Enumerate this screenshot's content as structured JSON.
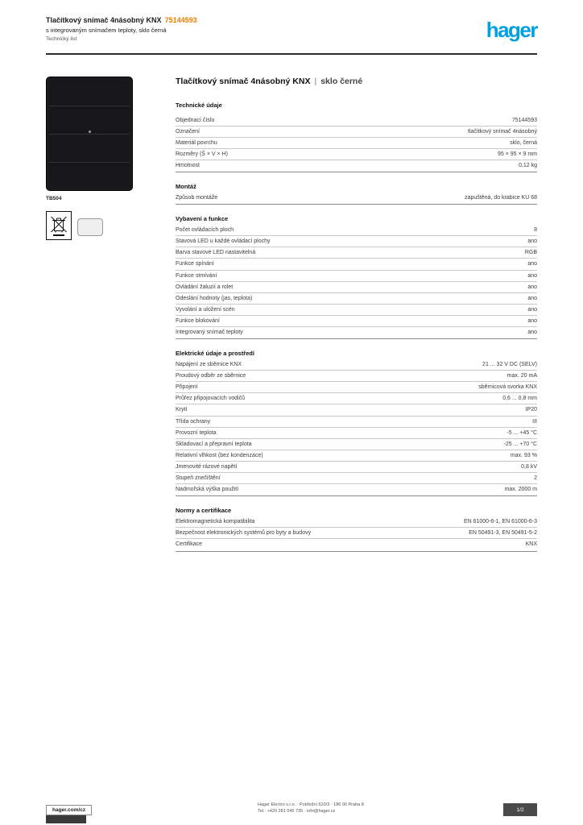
{
  "document": {
    "header": {
      "product_name": "Tlačítkový snímač 4násobný KNX",
      "product_ref": "75144593",
      "product_variant": "s integrovaným snímačem teploty, sklo černá",
      "doc_type": "Technický list",
      "logo_text": "hager"
    },
    "colors": {
      "brand_blue": "#00A0E1",
      "ref_orange": "#F07D00"
    },
    "media": {
      "image_caption": "TB504",
      "weee_icon": "weee-crossed-out-bin-icon",
      "packaging_icon": "packaging-icon"
    },
    "content": {
      "title_main": "Tlačítkový snímač 4násobný KNX",
      "title_separator": "|",
      "title_sub": "sklo černé",
      "section_heading": "Technické údaje",
      "sections": [
        {
          "header": "",
          "rows": [
            {
              "label": "Objednací číslo",
              "value": "75144593"
            },
            {
              "label": "Označení",
              "value": "tlačítkový snímač 4násobný"
            },
            {
              "label": "Materiál povrchu",
              "value": "sklo, černá"
            },
            {
              "label": "Rozměry (Š × V × H)",
              "value": "95 × 95 × 9 mm"
            },
            {
              "label": "Hmotnost",
              "value": "0,12 kg"
            }
          ]
        },
        {
          "header": "Montáž",
          "rows": [
            {
              "label": "Způsob montáže",
              "value": "zapuštěná, do krabice KU 68"
            }
          ]
        },
        {
          "header": "Vybavení a funkce",
          "rows": [
            {
              "label": "Počet ovládacích ploch",
              "value": "8"
            },
            {
              "label": "Stavová LED u každé ovládací plochy",
              "value": "ano"
            },
            {
              "label": "Barva stavové LED nastavitelná",
              "value": "RGB"
            },
            {
              "label": "Funkce spínání",
              "value": "ano"
            },
            {
              "label": "Funkce stmívání",
              "value": "ano"
            },
            {
              "label": "Ovládání žaluzií a rolet",
              "value": "ano"
            },
            {
              "label": "Odeslání hodnoty (jas, teplota)",
              "value": "ano"
            },
            {
              "label": "Vyvolání a uložení scén",
              "value": "ano"
            },
            {
              "label": "Funkce blokování",
              "value": "ano"
            },
            {
              "label": "Integrovaný snímač teploty",
              "value": "ano"
            }
          ]
        },
        {
          "header": "Elektrické údaje a prostředí",
          "rows": [
            {
              "label": "Napájení ze sběrnice KNX",
              "value": "21 ... 32 V DC (SELV)"
            },
            {
              "label": "Proudový odběr ze sběrnice",
              "value": "max. 20 mA"
            },
            {
              "label": "Připojení",
              "value": "sběrnicová svorka KNX"
            },
            {
              "label": "Průřez připojovacích vodičů",
              "value": "0,6 ... 0,8 mm"
            },
            {
              "label": "Krytí",
              "value": "IP20"
            },
            {
              "label": "Třída ochrany",
              "value": "III"
            },
            {
              "label": "Provozní teplota",
              "value": "-5 ... +45 °C"
            },
            {
              "label": "Skladovací a přepravní teplota",
              "value": "-25 ... +70 °C"
            },
            {
              "label": "Relativní vlhkost (bez kondenzace)",
              "value": "max. 93 %"
            },
            {
              "label": "Jmenovité rázové napětí",
              "value": "0,8 kV"
            },
            {
              "label": "Stupeň znečištění",
              "value": "2"
            },
            {
              "label": "Nadmořská výška použití",
              "value": "max. 2000 m"
            }
          ]
        },
        {
          "header": "Normy a certifikace",
          "rows": [
            {
              "label": "Elektromagnetická kompatibilita",
              "value": "EN 61000-6-1, EN 61000-6-3"
            },
            {
              "label": "Bezpečnost elektronických systémů pro byty a budovy",
              "value": "EN 50491-3, EN 50491-5-2"
            },
            {
              "label": "Certifikace",
              "value": "KNX"
            }
          ]
        }
      ]
    },
    "footer": {
      "website": "hager.com/cz",
      "company_line1": "Hager Electro s.r.o. · Pobřežní 620/3 · 186 00 Praha 8",
      "company_line2": "Tel.: +420 281 045 735 · info@hager.cz",
      "page_label": "1/2"
    }
  }
}
